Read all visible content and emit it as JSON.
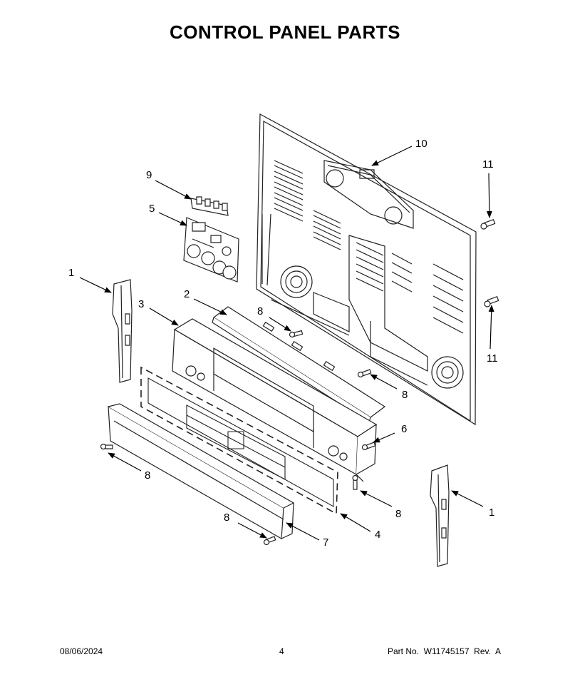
{
  "page": {
    "title": "CONTROL PANEL PARTS"
  },
  "callouts": [
    {
      "id": "c10",
      "label": "10"
    },
    {
      "id": "c11a",
      "label": "11"
    },
    {
      "id": "c9",
      "label": "9"
    },
    {
      "id": "c5",
      "label": "5"
    },
    {
      "id": "c1a",
      "label": "1"
    },
    {
      "id": "c2",
      "label": "2"
    },
    {
      "id": "c3",
      "label": "3"
    },
    {
      "id": "c8a",
      "label": "8"
    },
    {
      "id": "c11b",
      "label": "11"
    },
    {
      "id": "c8b",
      "label": "8"
    },
    {
      "id": "c6",
      "label": "6"
    },
    {
      "id": "c8c",
      "label": "8"
    },
    {
      "id": "c8d",
      "label": "8"
    },
    {
      "id": "c1b",
      "label": "1"
    },
    {
      "id": "c8e",
      "label": "8"
    },
    {
      "id": "c7",
      "label": "7"
    },
    {
      "id": "c4",
      "label": "4"
    }
  ],
  "footer": {
    "date": "08/06/2024",
    "page_number": "4",
    "part_number": "Part No.  W11745157  Rev.  A"
  }
}
